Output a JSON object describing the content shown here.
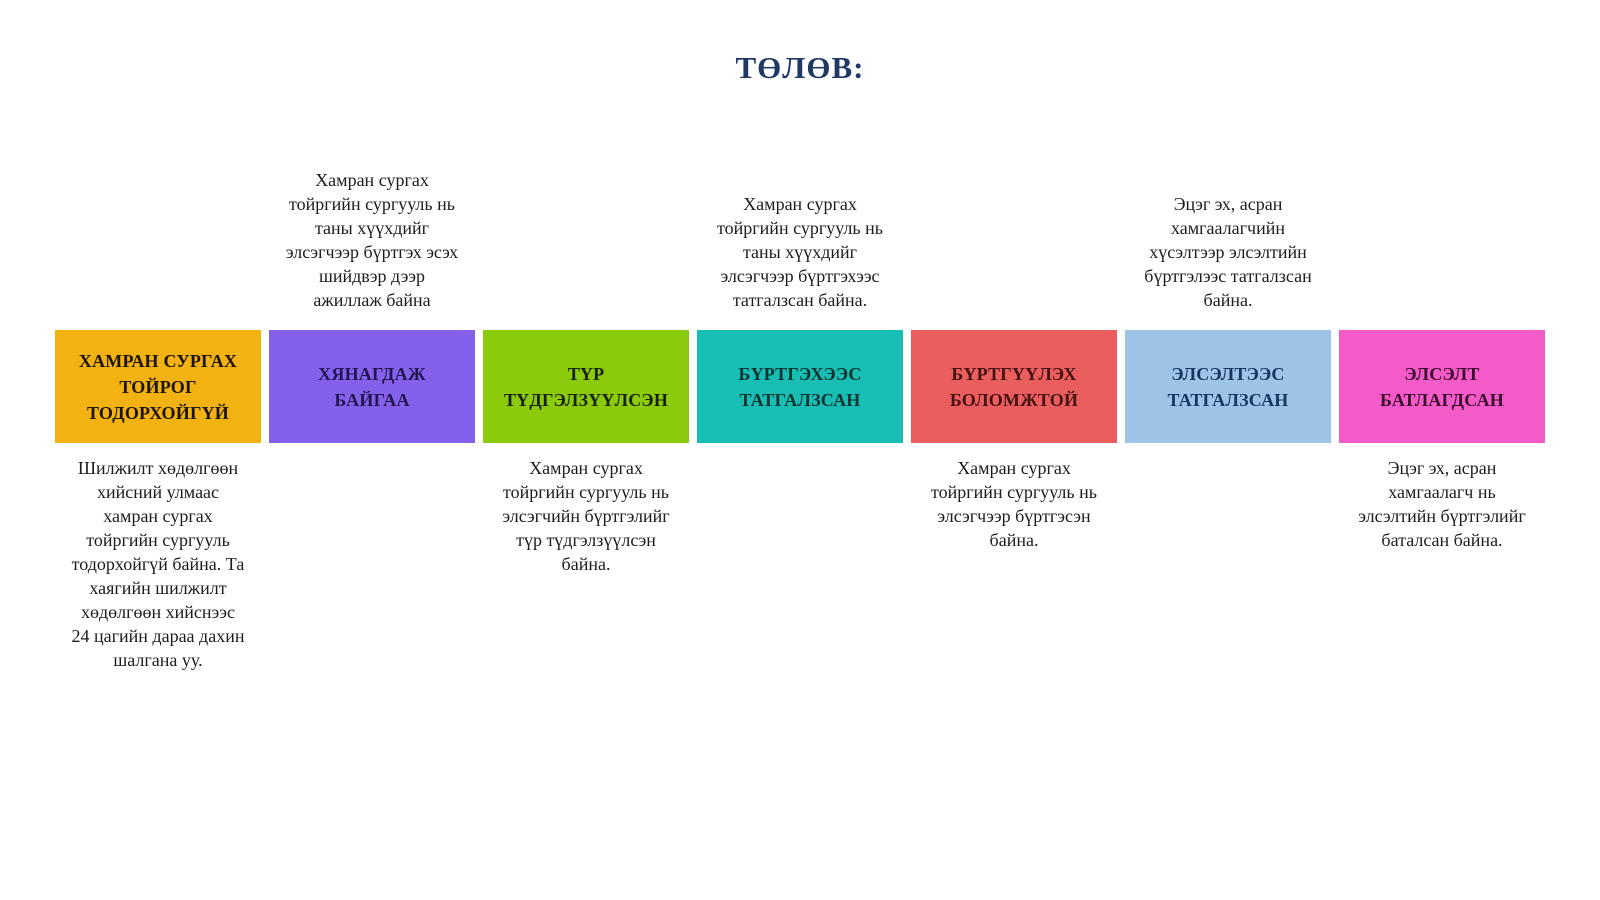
{
  "title": "ТӨЛӨВ:",
  "title_color": "#1F3864",
  "statuses": [
    {
      "label": "ХАМРАН СУРГАХ\nТОЙРОГ\nТОДОРХОЙГҮЙ",
      "bg": "#F2B212",
      "fg": "#1C1302",
      "note_above": "",
      "note_below": "Шилжилт хөдөлгөөн\nхийсний улмаас\nхамран сургах\nтойргийн сургууль\nтодорхойгүй байна. Та\nхаягийн шилжилт\nхөдөлгөөн хийснээс\n24 цагийн дараа дахин\nшалгана уу."
    },
    {
      "label": "ХЯНАГДАЖ\nБАЙГАА",
      "bg": "#8561EB",
      "fg": "#221650",
      "note_above": "Хамран сургах\nтойргийн сургууль нь\nтаны хүүхдийг\nэлсэгчээр бүртгэх эсэх\nшийдвэр дээр\nажиллаж байна",
      "note_below": ""
    },
    {
      "label": "ТҮР\nТҮДГЭЛЗҮҮЛСЭН",
      "bg": "#8CCB0C",
      "fg": "#172105",
      "note_above": "",
      "note_below": "Хамран сургах\nтойргийн сургууль нь\nэлсэгчийн бүртгэлийг\nтүр түдгэлзүүлсэн\nбайна."
    },
    {
      "label": "БҮРТГЭХЭЭС\nТАТГАЛЗСАН",
      "bg": "#18BDB4",
      "fg": "#073330",
      "note_above": "Хамран сургах\nтойргийн сургууль нь\nтаны хүүхдийг\nэлсэгчээр бүртгэхээс\nтатгалзсан байна.",
      "note_below": ""
    },
    {
      "label": "БҮРТГҮҮЛЭХ\nБОЛОМЖТОЙ",
      "bg": "#EA5E5E",
      "fg": "#461111",
      "note_above": "",
      "note_below": "Хамран сургах\nтойргийн сургууль нь\nэлсэгчээр бүртгэсэн\nбайна."
    },
    {
      "label": "ЭЛСЭЛТЭЭС\nТАТГАЛЗСАН",
      "bg": "#9DC3E6",
      "fg": "#17365D",
      "note_above": "Эцэг эх, асран\nхамгаалагчийн\nхүсэлтээр элсэлтийн\nбүртгэлээс татгалзсан\nбайна.",
      "note_below": ""
    },
    {
      "label": "ЭЛСЭЛТ\nБАТЛАГДСАН",
      "bg": "#F55BC8",
      "fg": "#3A0C2E",
      "note_above": "",
      "note_below": "Эцэг эх, асран\nхамгаалагч нь\nэлсэлтийн бүртгэлийг\nбаталсан байна."
    }
  ]
}
